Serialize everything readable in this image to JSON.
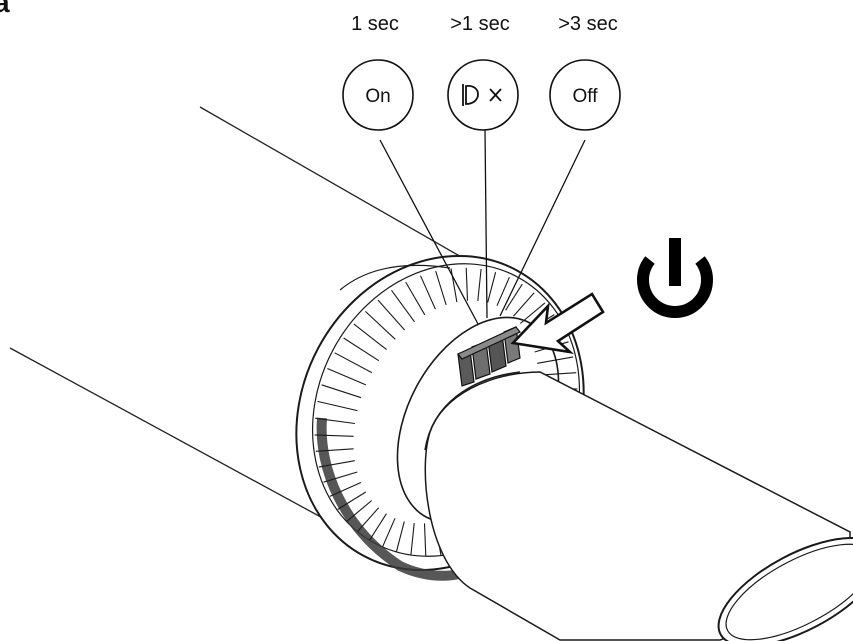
{
  "figure": {
    "panel_letter": "a",
    "durations": [
      {
        "id": "on",
        "duration": "1 sec",
        "label": "On",
        "icon": ""
      },
      {
        "id": "mute",
        "duration": ">1 sec",
        "label": "",
        "icon": "light-off-icon"
      },
      {
        "id": "off",
        "duration": ">3 sec",
        "label": "Off",
        "icon": ""
      }
    ],
    "power_icon": "power-icon",
    "arrow_icon": "press-arrow-icon"
  }
}
